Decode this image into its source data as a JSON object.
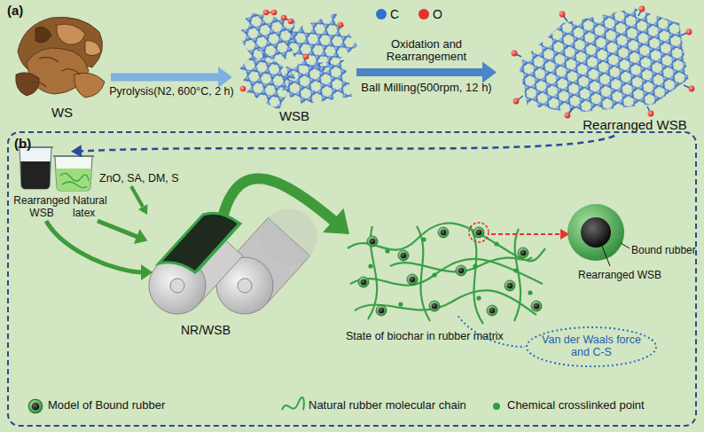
{
  "diagram": {
    "nodes": [
      {
        "text": [
          "WS"
        ]
      },
      {
        "text": [
          "WSB"
        ]
      },
      {
        "text": [
          "Rearranged WSB"
        ]
      },
      {
        "text": [
          "(b)"
        ]
      },
      {
        "text": [
          "Rearranged WSB"
        ],
        "in": 3
      },
      {
        "text": [
          "Natural latex"
        ],
        "in": 3
      },
      {
        "text": [
          "NR/WSB"
        ],
        "in": 3
      },
      {
        "text": [
          "State of biochar in rubber matrix"
        ],
        "in": 3
      },
      {
        "text": [
          "Rearranged WSB",
          "Bound rubber"
        ],
        "in": 3
      },
      {
        "text": [
          "Van der Waals force and C-S"
        ],
        "in": 3
      }
    ],
    "edges": [
      {
        "from": 0,
        "to": 1,
        "arrow": "to",
        "label": "Pyrolysis(N2, 600°C, 2 h)"
      },
      {
        "from": 1,
        "to": 2,
        "arrow": "to",
        "label": "Oxidation and Rearrangement"
      },
      {
        "from": 2,
        "to": 4,
        "arrow": "to"
      },
      {
        "from": 4,
        "to": 6,
        "arrow": "to"
      },
      {
        "from": 5,
        "to": 6,
        "arrow": "to"
      },
      {
        "from": 6,
        "to": 7,
        "arrow": "to"
      },
      {
        "from": 7,
        "to": 8,
        "arrow": "to"
      },
      {
        "from": 7,
        "to": 9,
        "arrow": "none"
      }
    ],
    "labels": [
      "(a)",
      "Ball Milling(500rpm, 12 h)",
      "ZnO, SA, DM, S"
    ],
    "legend": [
      {
        "text": "C",
        "color": "#2f6fd0"
      },
      {
        "text": "O",
        "color": "#e5322d"
      },
      {
        "text": "Model of Bound rubber"
      },
      {
        "text": "Natural rubber molecular chain"
      },
      {
        "text": "Chemical crosslinked point",
        "color": "#2e9e3e"
      }
    ]
  }
}
